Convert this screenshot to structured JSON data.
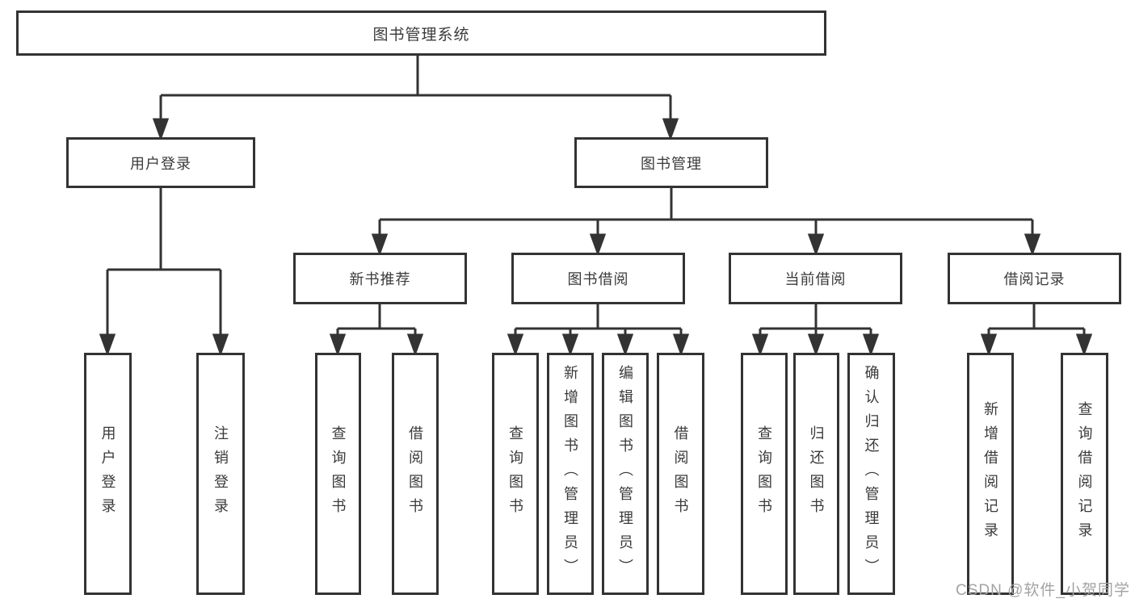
{
  "diagram_title": "图书管理系统",
  "tree": {
    "root": {
      "label": "图书管理系统"
    },
    "branches": [
      {
        "label": "用户登录",
        "children": [
          {
            "label": "用户登录"
          },
          {
            "label": "注销登录"
          }
        ]
      },
      {
        "label": "图书管理",
        "children": [
          {
            "label": "新书推荐",
            "children": [
              {
                "label": "查询图书"
              },
              {
                "label": "借阅图书"
              }
            ]
          },
          {
            "label": "图书借阅",
            "children": [
              {
                "label": "查询图书"
              },
              {
                "label": "新增图书（管理员）"
              },
              {
                "label": "编辑图书（管理员）"
              },
              {
                "label": "借阅图书"
              }
            ]
          },
          {
            "label": "当前借阅",
            "children": [
              {
                "label": "查询图书"
              },
              {
                "label": "归还图书"
              },
              {
                "label": "确认归还（管理员）"
              }
            ]
          },
          {
            "label": "借阅记录",
            "children": [
              {
                "label": "新增借阅记录"
              },
              {
                "label": "查询借阅记录"
              }
            ]
          }
        ]
      }
    ]
  },
  "watermark": "CSDN @软件_小贺同学",
  "colors": {
    "line": "#333333",
    "box_border": "#333333",
    "text": "#3a3a3a",
    "background": "#ffffff",
    "watermark": "#a3a3a3"
  }
}
